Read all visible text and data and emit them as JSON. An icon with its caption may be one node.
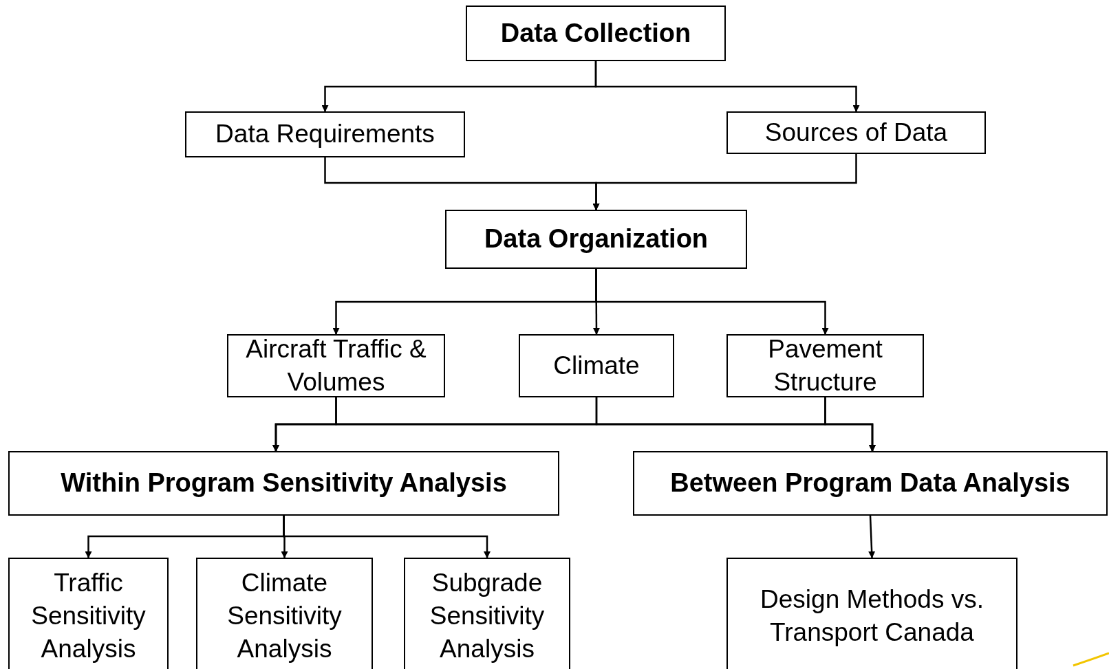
{
  "diagram": {
    "nodes": [
      {
        "text": [
          "Data Collection"
        ]
      },
      {
        "text": [
          "Data Requirements"
        ]
      },
      {
        "text": [
          "Sources of Data"
        ]
      },
      {
        "text": [
          "Data Organization"
        ]
      },
      {
        "text": [
          "Aircraft Traffic & Volumes"
        ]
      },
      {
        "text": [
          "Climate"
        ]
      },
      {
        "text": [
          "Pavement Structure"
        ]
      },
      {
        "text": [
          "Within Program Sensitivity Analysis"
        ]
      },
      {
        "text": [
          "Between Program Data Analysis"
        ]
      },
      {
        "text": [
          "Traffic Sensitivity Analysis"
        ]
      },
      {
        "text": [
          "Climate Sensitivity Analysis"
        ]
      },
      {
        "text": [
          "Subgrade Sensitivity Analysis"
        ]
      },
      {
        "text": [
          "Design Methods vs. Transport Canada"
        ]
      }
    ],
    "edges": [
      {
        "from": 0,
        "to": 1,
        "arrow": "to"
      },
      {
        "from": 0,
        "to": 2,
        "arrow": "to"
      },
      {
        "from": 1,
        "to": 3,
        "arrow": "to"
      },
      {
        "from": 2,
        "to": 3,
        "arrow": "to"
      },
      {
        "from": 3,
        "to": 4,
        "arrow": "to"
      },
      {
        "from": 3,
        "to": 5,
        "arrow": "to"
      },
      {
        "from": 3,
        "to": 6,
        "arrow": "to"
      },
      {
        "from": 4,
        "to": 7,
        "arrow": "to"
      },
      {
        "from": 5,
        "to": 7,
        "arrow": "to"
      },
      {
        "from": 6,
        "to": 7,
        "arrow": "to"
      },
      {
        "from": 4,
        "to": 8,
        "arrow": "to"
      },
      {
        "from": 5,
        "to": 8,
        "arrow": "to"
      },
      {
        "from": 6,
        "to": 8,
        "arrow": "to"
      },
      {
        "from": 7,
        "to": 9,
        "arrow": "to"
      },
      {
        "from": 7,
        "to": 10,
        "arrow": "to"
      },
      {
        "from": 7,
        "to": 11,
        "arrow": "to"
      },
      {
        "from": 8,
        "to": 12,
        "arrow": "to"
      }
    ]
  }
}
